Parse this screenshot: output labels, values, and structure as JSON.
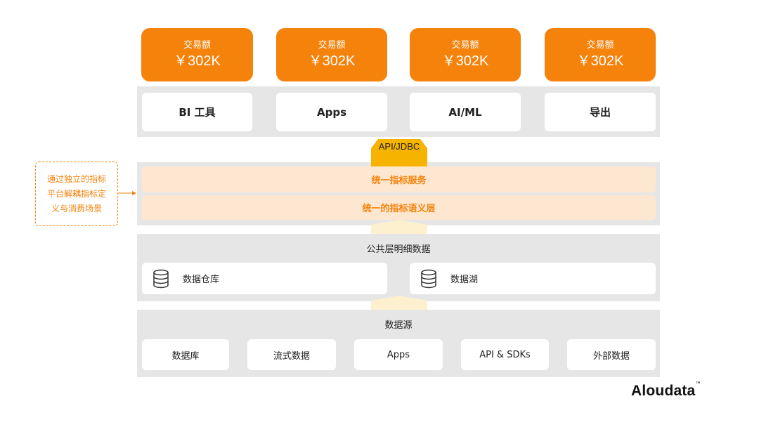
{
  "metrics": [
    {
      "label": "交易额",
      "value": "￥302K"
    },
    {
      "label": "交易额",
      "value": "￥302K"
    },
    {
      "label": "交易额",
      "value": "￥302K"
    },
    {
      "label": "交易额",
      "value": "￥302K"
    }
  ],
  "consumers": [
    "BI 工具",
    "Apps",
    "AI/ML",
    "导出"
  ],
  "api": {
    "label": "API/JDBC"
  },
  "semantic": {
    "service_label": "统一指标服务",
    "layer_label": "统一的指标语义层"
  },
  "note": {
    "lines": [
      "通过独立的指标",
      "平台解耦指标定",
      "义与消费场景"
    ]
  },
  "public_layer": {
    "title": "公共层明细数据",
    "stores": [
      {
        "label": "数据仓库",
        "icon": "database-icon"
      },
      {
        "label": "数据湖",
        "icon": "database-icon"
      }
    ]
  },
  "sources": {
    "title": "数据源",
    "items": [
      "数据库",
      "流式数据",
      "Apps",
      "API & SDKs",
      "外部数据"
    ]
  },
  "brand": {
    "name": "Aloudata",
    "tm": "™"
  },
  "colors": {
    "accent": "#f5820a",
    "accent_light": "#fde7d0",
    "band": "#e6e6e6"
  }
}
